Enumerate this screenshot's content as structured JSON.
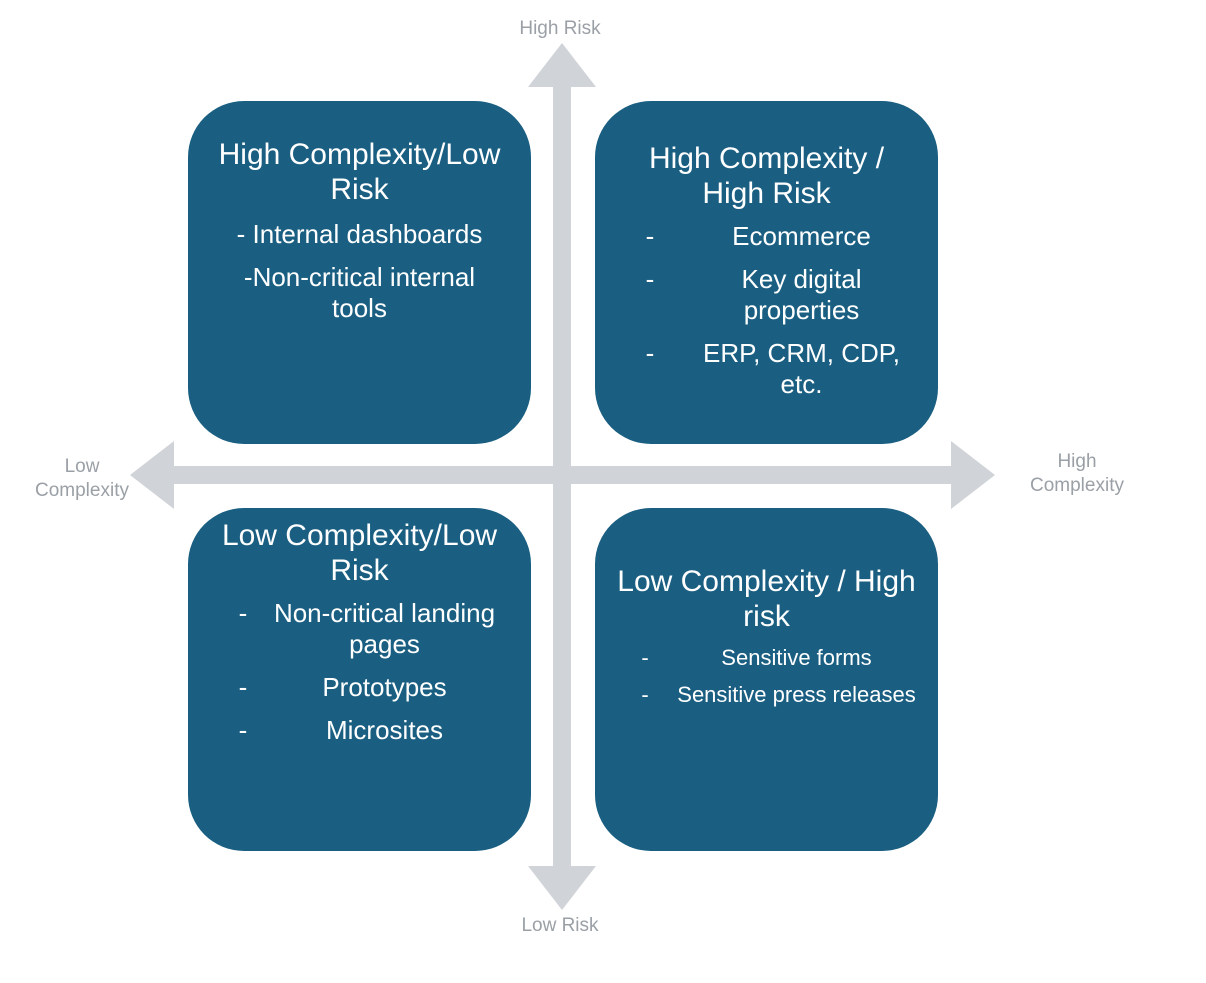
{
  "axes": {
    "top_label": "High Risk",
    "bottom_label": "Low Risk",
    "left_label": "Low\nComplexity",
    "right_label": "High\nComplexity",
    "color": "#d0d3d8",
    "label_color": "#9aa0a6"
  },
  "quadrants": {
    "top_left": {
      "title": "High Complexity/Low Risk",
      "items": [
        "- Internal dashboards",
        "-Non-critical internal tools"
      ]
    },
    "top_right": {
      "title": "High Complexity / High Risk",
      "items": [
        "Ecommerce",
        "Key digital properties",
        "ERP, CRM, CDP, etc."
      ]
    },
    "bottom_left": {
      "title": "Low Complexity/Low Risk",
      "items": [
        "Non-critical landing pages",
        "Prototypes",
        "Microsites"
      ]
    },
    "bottom_right": {
      "title": "Low Complexity / High risk",
      "items": [
        "Sensitive forms",
        "Sensitive press releases"
      ]
    },
    "fill_color": "#1a5f82",
    "text_color": "#ffffff",
    "bullet_marker": "-"
  }
}
